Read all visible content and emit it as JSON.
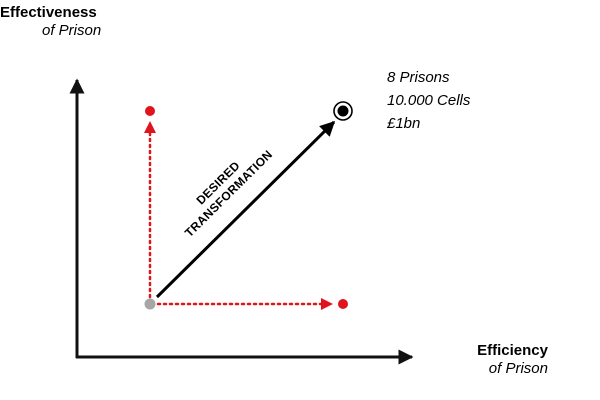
{
  "y_axis": {
    "title": "Effectiveness",
    "subtitle": "of Prison"
  },
  "x_axis": {
    "title": "Efficiency",
    "subtitle": "of Prison"
  },
  "arrow_label": {
    "line1": "DESIRED",
    "line2": "TRANSFORMATION"
  },
  "target_info": {
    "line1": "8 Prisons",
    "line2": "10.000 Cells",
    "line3": "£1bn"
  },
  "colors": {
    "axis": "#111111",
    "dotted_arrow": "#e0141c",
    "origin_point": "#a6a6a6",
    "main_arrow": "#000000"
  },
  "icons": {
    "target": "bullseye-icon"
  }
}
